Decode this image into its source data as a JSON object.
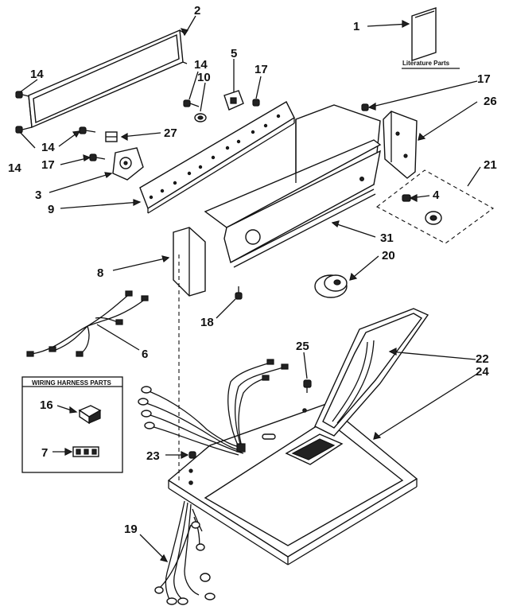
{
  "callouts": {
    "c1": "1",
    "c2": "2",
    "c3": "3",
    "c4": "4",
    "c5": "5",
    "c6": "6",
    "c7": "7",
    "c8": "8",
    "c9": "9",
    "c10": "10",
    "c14a": "14",
    "c14b": "14",
    "c14c": "14",
    "c14d": "14",
    "c16": "16",
    "c17a": "17",
    "c17b": "17",
    "c17c": "17",
    "c18": "18",
    "c19": "19",
    "c20": "20",
    "c21": "21",
    "c22": "22",
    "c23": "23",
    "c24": "24",
    "c25": "25",
    "c26": "26",
    "c27": "27",
    "c31": "31"
  },
  "literature_label": "Literature Parts",
  "harness_box_title": "WIRING HARNESS PARTS"
}
